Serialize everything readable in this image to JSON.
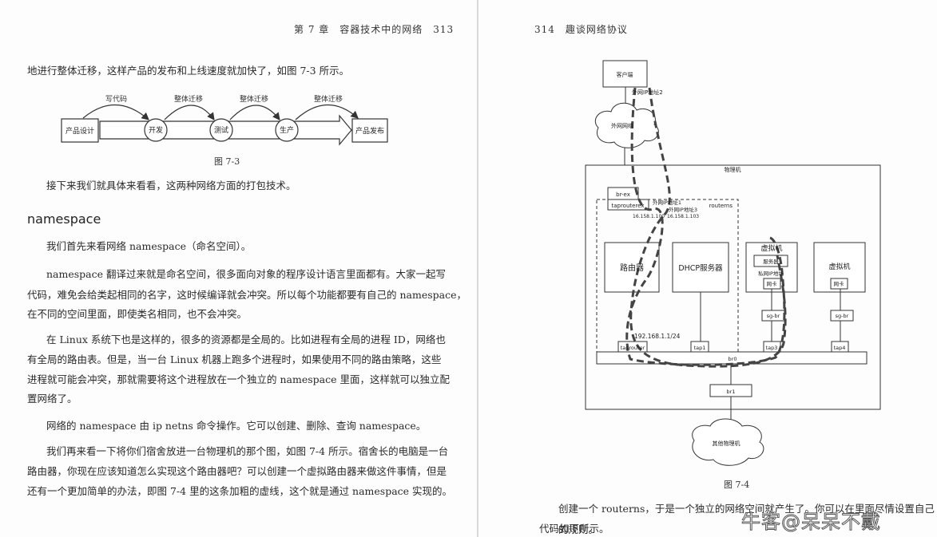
{
  "left": {
    "header": "第 7 章　容器技术中的网络　313",
    "p1": "地进行整体迁移，这样产品的发布和上线速度就加快了，如图 7-3 所示。",
    "fig73": {
      "boxes": [
        "产品设计",
        "产品发布"
      ],
      "circles": [
        "开发",
        "测试",
        "生产"
      ],
      "arcs": [
        "写代码",
        "整体迁移",
        "整体迁移",
        "整体迁移"
      ],
      "caption": "图 7-3"
    },
    "p2": "接下来我们就具体来看看，这两种网络方面的打包技术。",
    "heading": "namespace",
    "p3": "我们首先来看网络 namespace（命名空间）。",
    "p4": [
      "namespace 翻译过来就是命名空间，很多面向对象的程序设计语言里面都有。大家一起写",
      "代码，难免会给类起相同的名字，这时候编译就会冲突。所以每个功能都要有自己的 namespace，",
      "在不同的空间里面，即使类名相同，也不会冲突。"
    ],
    "p5": [
      "在 Linux 系统下也是这样的，很多的资源都是全局的。比如进程有全局的进程 ID，网络也",
      "有全局的路由表。但是，当一台 Linux 机器上跑多个进程时，如果使用不同的路由策略，这些",
      "进程就可能会冲突，那就需要将这个进程放在一个独立的 namespace 里面，这样就可以独立配",
      "置网络了。"
    ],
    "p6": "网络的 namespace 由 ip netns 命令操作。它可以创建、删除、查询 namespace。",
    "p7": [
      "我们再来看一下将你们宿舍放进一台物理机的那个图，如图 7-4 所示。宿舍长的电脑是一台",
      "路由器，你现在应该知道怎么实现这个路由器吧？可以创建一个虚拟路由器来做这件事情，但是",
      "还有一个更加简单的办法，即图 7-4 里的这条加粗的虚线，这个就是通过 namespace 实现的。"
    ]
  },
  "right": {
    "header": "314　趣谈网络协议",
    "fig74": {
      "client": "客户端",
      "ext_ip2": "外网IP地址2",
      "ext_net": "外网网络",
      "physical": "物理机",
      "brex": "br-ex",
      "taprouterex": "taprouterex",
      "ext_ip1": "外网IP地址1",
      "ext_ip3": "外网IP地址3",
      "ip_a": "16.158.1.100",
      "ip_b": "16.158.1.103",
      "routerns": "routerns",
      "router": "路由器",
      "dhcp": "DHCP服务器",
      "vm1": "虚拟机",
      "server": "服务器",
      "priv_ip": "私网IP地址",
      "nic1": "网卡",
      "sgbr1": "sg-br",
      "vm2": "虚拟机",
      "nic2": "网卡",
      "sgbr2": "sg-br",
      "subnet": "192.168.1.1/24",
      "taprouter": "taprouter",
      "tap1": "tap1",
      "tap3": "tap3",
      "tap4": "tap4",
      "br0": "br0",
      "br1": "br1",
      "other": "其他物理机",
      "caption": "图 7-4"
    },
    "p1": [
      "创建一个 routerns，于是一个独立的网络空间就产生了。你可以在里面尽情设置自己的规则。",
      "代码如下所示。"
    ],
    "watermark": "牛客@呆呆不戴"
  }
}
